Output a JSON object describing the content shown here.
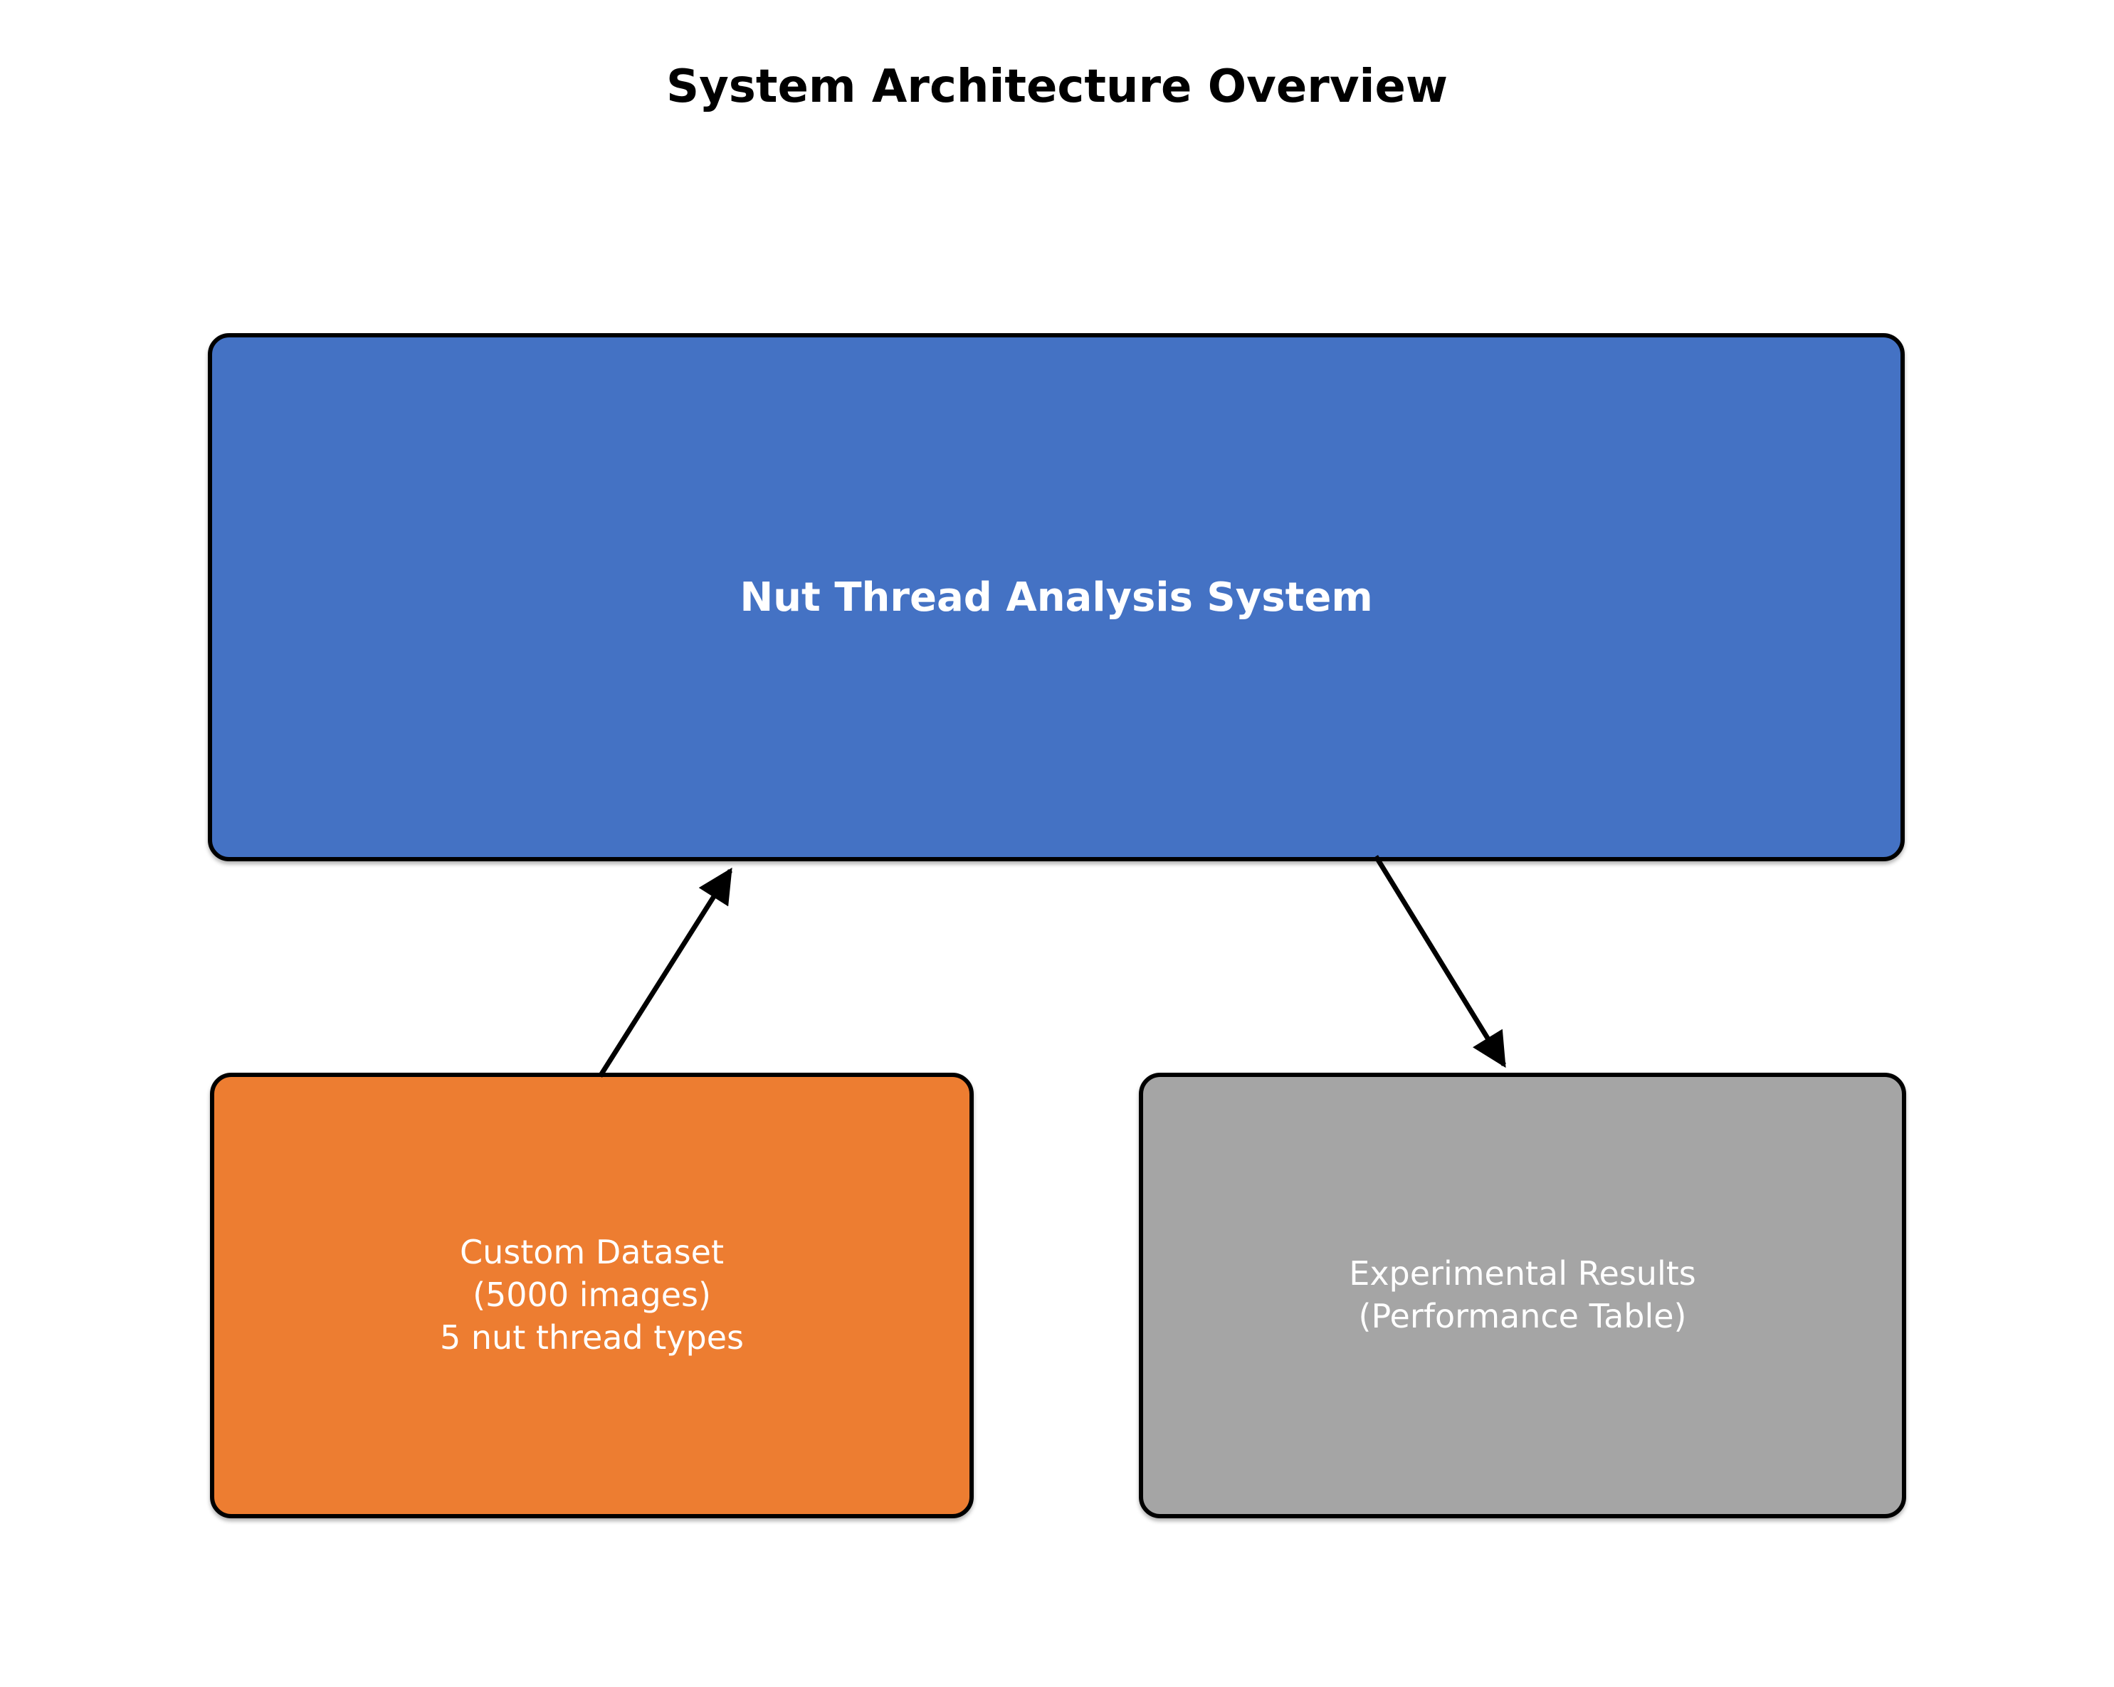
{
  "title": "System Architecture Overview",
  "nodes": {
    "system": {
      "label": "Nut Thread Analysis System",
      "fill": "#4472C4",
      "text_color": "#FFFFFF"
    },
    "dataset": {
      "lines": [
        "Custom Dataset",
        "(5000 images)",
        "5 nut thread types"
      ],
      "fill": "#ED7D31",
      "text_color": "#FFFFFF"
    },
    "results": {
      "lines": [
        "Experimental Results",
        "(Performance Table)"
      ],
      "fill": "#A5A5A5",
      "text_color": "#FFFFFF"
    }
  },
  "edges": [
    {
      "from": "dataset",
      "to": "system",
      "direction": "up"
    },
    {
      "from": "system",
      "to": "results",
      "direction": "down"
    }
  ],
  "colors": {
    "edge": "#000000",
    "border": "#000000",
    "title_text": "#000000",
    "background": "#FFFFFF"
  }
}
